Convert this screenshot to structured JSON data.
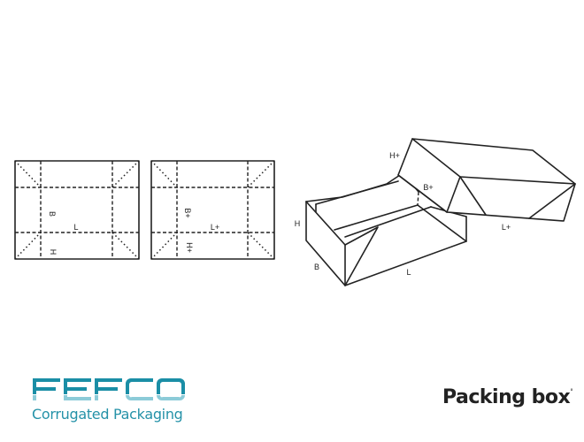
{
  "flat_net_regular": {
    "labels": {
      "b": "B",
      "l": "L",
      "h": "H"
    }
  },
  "flat_net_lid": {
    "labels": {
      "b": "B+",
      "l": "L+",
      "h": "H+"
    }
  },
  "box_3d": {
    "labels": {
      "h": "H",
      "b": "B",
      "l": "L"
    }
  },
  "lid_3d": {
    "labels": {
      "h": "H+",
      "b": "B+",
      "l": "L+"
    }
  },
  "logo": {
    "name": "FEFCO",
    "tagline": "Corrugated Packaging",
    "color": "#1a8ea6",
    "light_color": "#8ccbd8"
  },
  "product": {
    "title": "Packing box",
    "mark": "°"
  }
}
